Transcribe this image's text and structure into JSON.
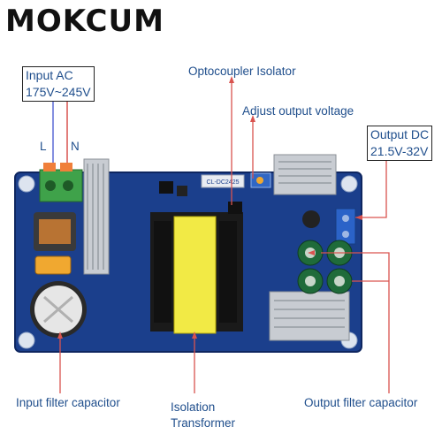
{
  "brand": "MOKCUM",
  "input_ac": {
    "line1": "Input AC",
    "line2": "175V~245V"
  },
  "terminal_l": "L",
  "terminal_n": "N",
  "optocoupler_label": "Optocoupler Isolator",
  "adjust_label": "Adjust output voltage",
  "output_dc": {
    "line1": "Output DC",
    "line2": "21.5V-32V"
  },
  "input_cap_label": "Input filter capacitor",
  "isolation_label": {
    "line1": "Isolation",
    "line2": "Transformer"
  },
  "output_cap_label": "Output filter capacitor",
  "board_marking": "CL-DC2425",
  "colors": {
    "label_text": "#1f4e8c",
    "leader_line": "#d9534f",
    "board": "#1b3f8c"
  }
}
